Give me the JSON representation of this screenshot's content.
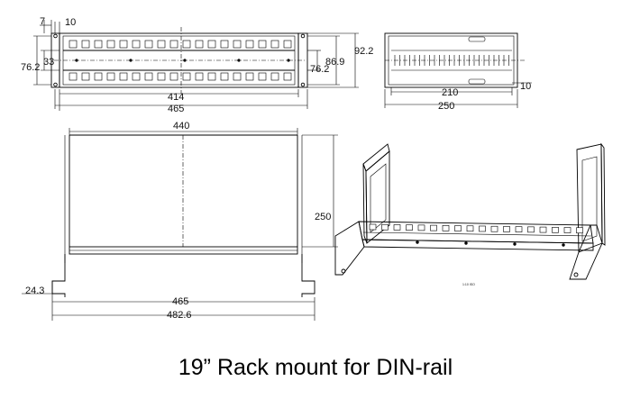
{
  "caption": "19” Rack mount for DIN-rail",
  "front_view": {
    "dims": {
      "a": "7",
      "b": "10",
      "c": "76.2",
      "d": "33",
      "e": "76.2",
      "f": "86.9",
      "g": "92.2",
      "h": "414",
      "i": "465"
    }
  },
  "side_view": {
    "dims": {
      "a": "210",
      "b": "10",
      "c": "250"
    }
  },
  "top_view": {
    "dims": {
      "a": "440",
      "b": "250",
      "c": "24.3",
      "d": "465",
      "e": "482.6"
    }
  },
  "iso_view": {
    "tag": "1:10 ISO"
  }
}
